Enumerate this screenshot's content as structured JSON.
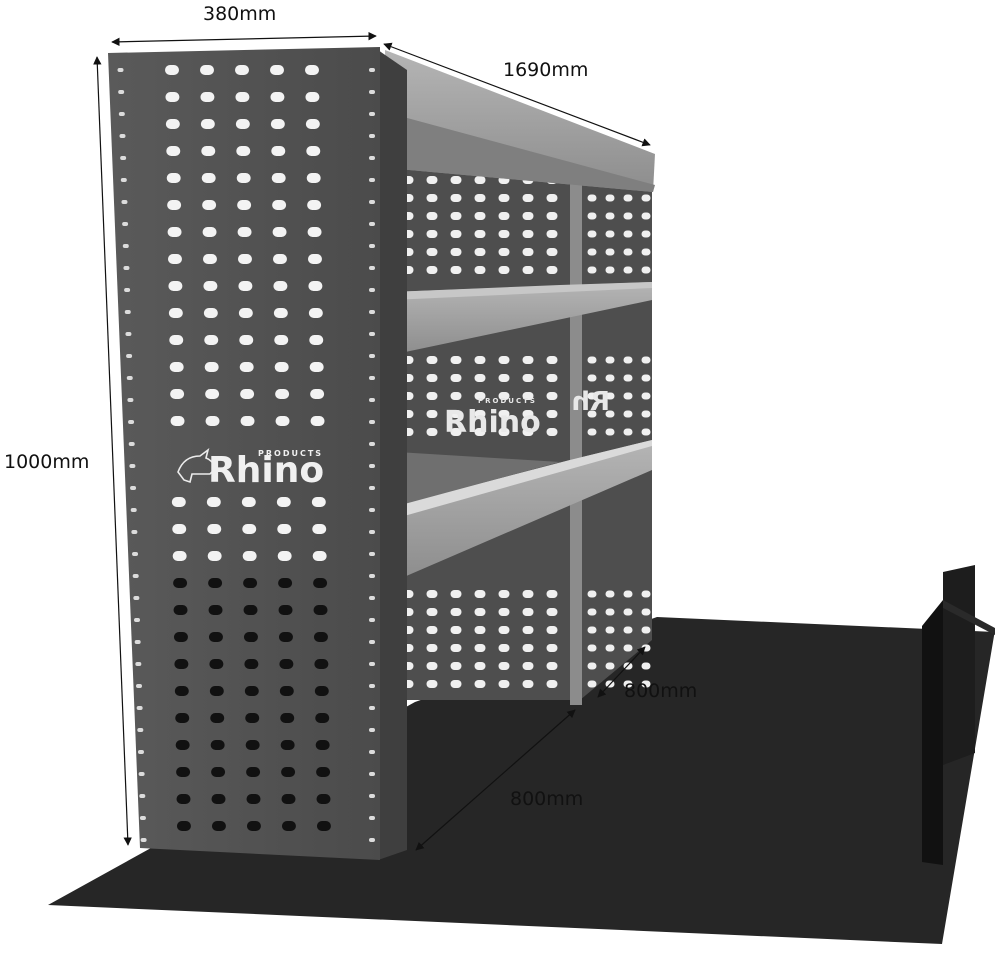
{
  "dimensions": {
    "depth_top": "380mm",
    "length_top": "1690mm",
    "height": "1000mm",
    "bay_width_rear": "800mm",
    "bay_width_front": "800mm"
  },
  "brand": {
    "name": "Rhino",
    "tagline": "PRODUCTS",
    "mirrored_partial": "Rh"
  },
  "colors": {
    "panel": "#565656",
    "panel_dark": "#3d3d3d",
    "shelf": "#9c9c9c",
    "shelf_light": "#bdbdbd",
    "floor": "#262626",
    "hole": "#f2f2f2"
  }
}
